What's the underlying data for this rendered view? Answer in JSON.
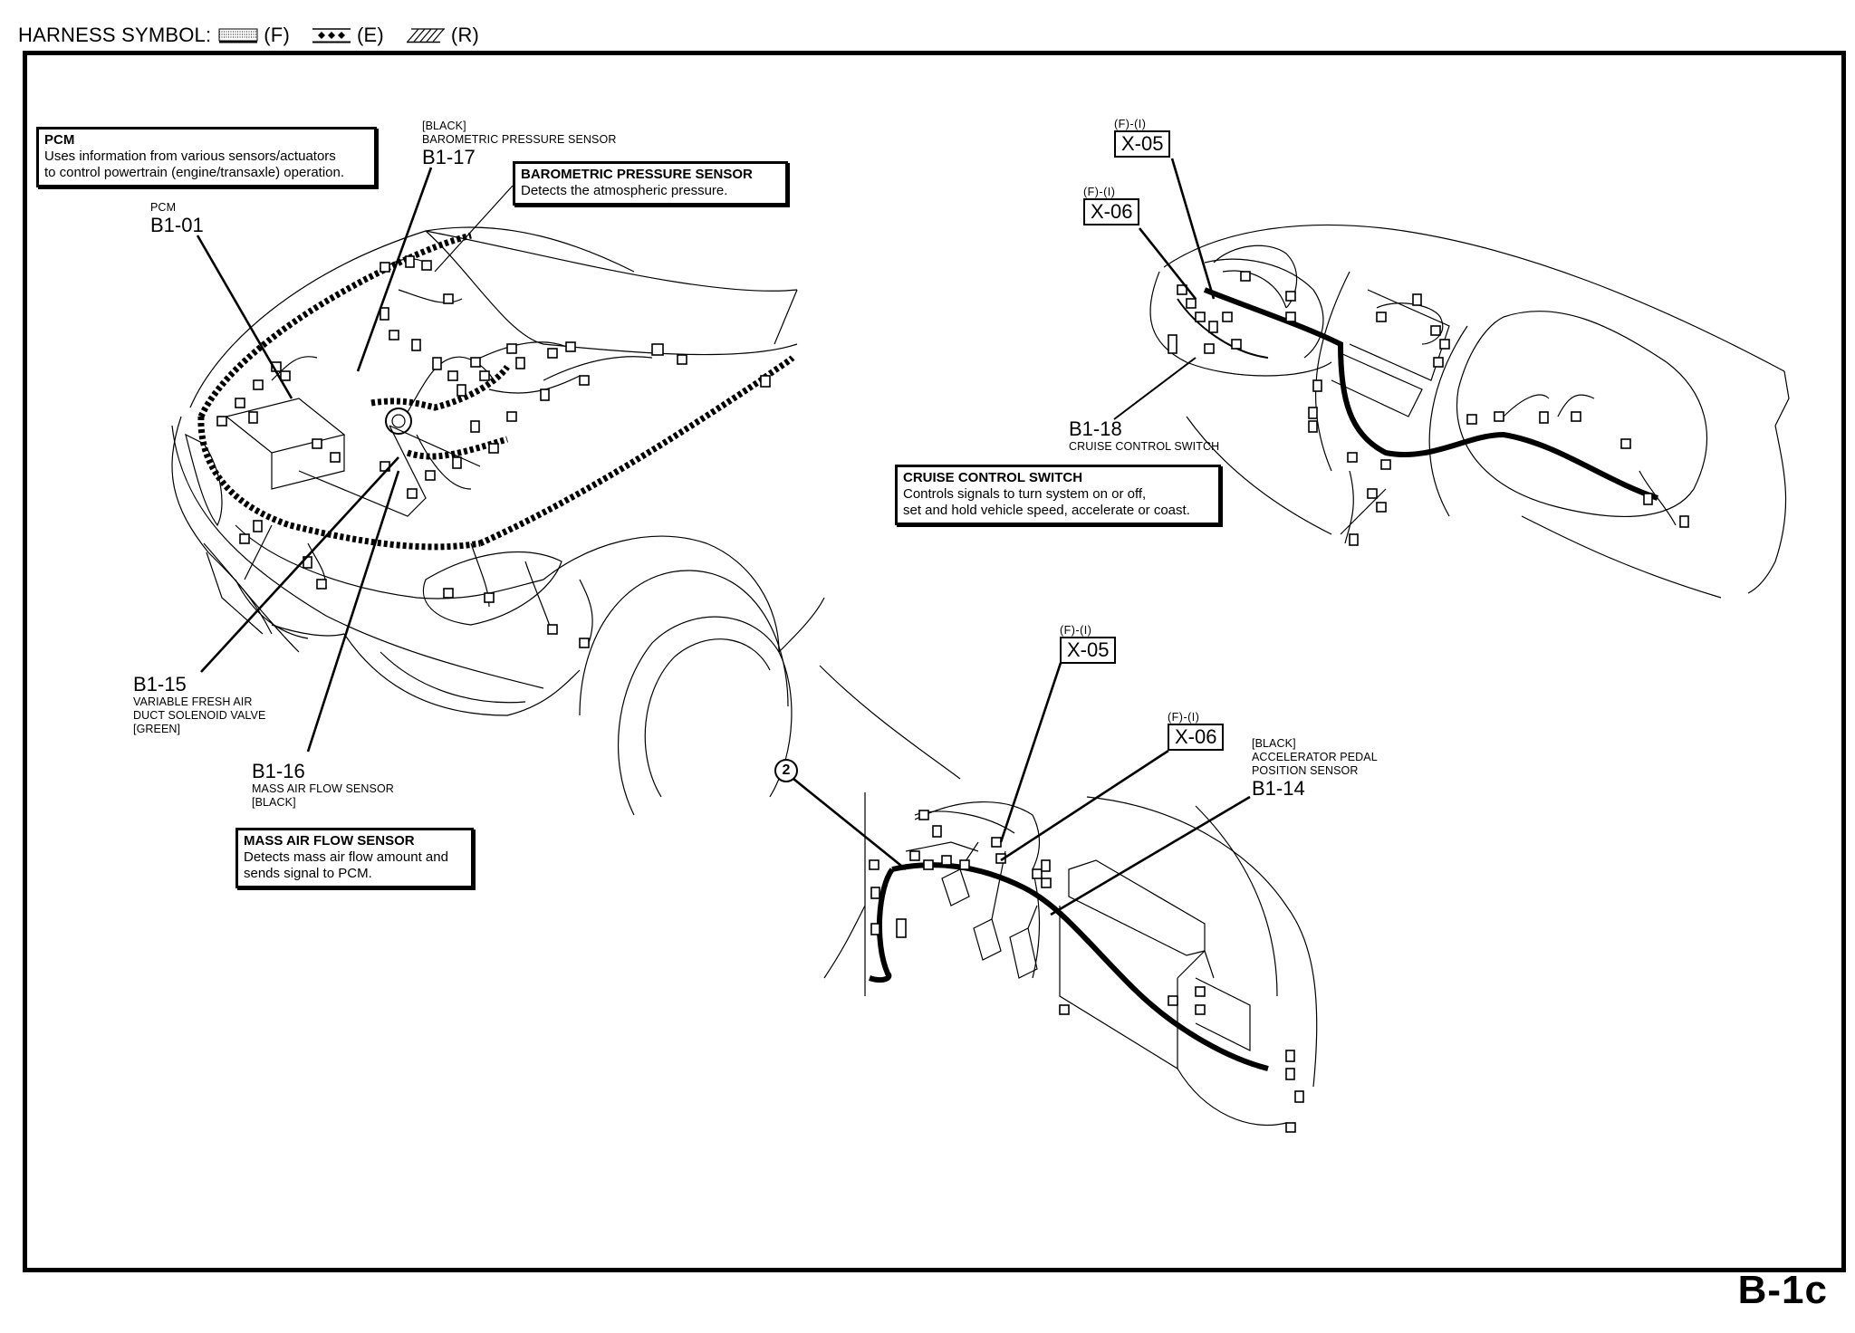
{
  "header": {
    "label": "HARNESS SYMBOL:",
    "symbols": [
      {
        "icon": "dotted-grid-harness-icon",
        "code": "(F)"
      },
      {
        "icon": "diamond-chain-harness-icon",
        "code": "(E)"
      },
      {
        "icon": "hatched-harness-icon",
        "code": "(R)"
      }
    ]
  },
  "callouts": {
    "pcm": {
      "title": "PCM",
      "line1": "Uses information from various sensors/actuators",
      "line2": "to control powertrain (engine/transaxle) operation."
    },
    "baro": {
      "title": "BAROMETRIC PRESSURE SENSOR",
      "line1": "Detects the atmospheric pressure."
    },
    "cruise": {
      "title": "CRUISE CONTROL SWITCH",
      "line1": "Controls signals to turn system on or off,",
      "line2": "set and hold vehicle speed, accelerate or coast."
    },
    "maf": {
      "title": "MASS AIR FLOW SENSOR",
      "line1": "Detects mass air flow amount and",
      "line2": "sends signal to PCM."
    }
  },
  "connectors": {
    "b1_17": {
      "color": "[BLACK]",
      "name": "BAROMETRIC PRESSURE SENSOR",
      "code": "B1-17"
    },
    "b1_01": {
      "name": "PCM",
      "code": "B1-01"
    },
    "b1_15": {
      "code": "B1-15",
      "name_line1": "VARIABLE FRESH AIR",
      "name_line2": "DUCT SOLENOID VALVE",
      "color": "[GREEN]"
    },
    "b1_16": {
      "code": "B1-16",
      "name": "MASS AIR FLOW SENSOR",
      "color": "[BLACK]"
    },
    "b1_18": {
      "code": "B1-18",
      "name": "CRUISE CONTROL SWITCH"
    },
    "b1_14": {
      "color": "[BLACK]",
      "name_line1": "ACCELERATOR PEDAL",
      "name_line2": "POSITION SENSOR",
      "code": "B1-14"
    },
    "x05_top": {
      "harness": "(F)-(I)",
      "code": "X-05"
    },
    "x06_top": {
      "harness": "(F)-(I)",
      "code": "X-06"
    },
    "x05_bottom": {
      "harness": "(F)-(I)",
      "code": "X-05"
    },
    "x06_bottom": {
      "harness": "(F)-(I)",
      "code": "X-06"
    },
    "ground_point": {
      "number": "2"
    }
  },
  "page_id": "B-1c"
}
